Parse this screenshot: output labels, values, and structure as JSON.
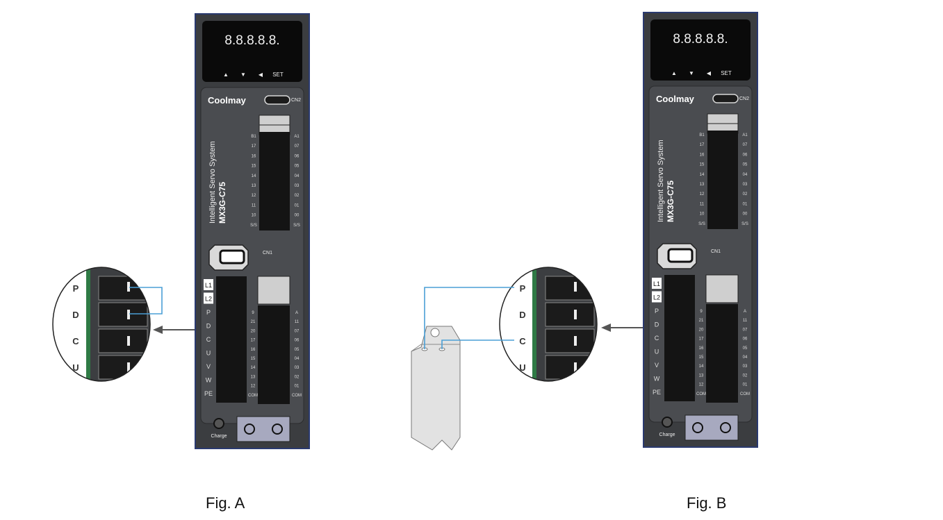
{
  "captions": {
    "fig_a": "Fig. A",
    "fig_b": "Fig. B"
  },
  "drive": {
    "display": "8.8.8.8.8.",
    "keys": [
      "▲",
      "▼",
      "◀",
      "SET"
    ],
    "brand": "Coolmay",
    "subtitle": "Intelligent Servo System",
    "model": "MX3G-C75",
    "cn1": "CN1",
    "cn2": "CN2",
    "charge": "Charge",
    "power_terminals": [
      "L1",
      "L2",
      "P",
      "D",
      "C",
      "U",
      "V",
      "W",
      "PE"
    ],
    "cn2_left_pins": [
      "B1",
      "17",
      "16",
      "15",
      "14",
      "13",
      "12",
      "11",
      "10",
      "S/S"
    ],
    "cn2_right_pins": [
      "A1",
      "07",
      "06",
      "05",
      "04",
      "03",
      "02",
      "01",
      "00",
      "S/S"
    ],
    "io_left_pins": [
      "9",
      "21",
      "20",
      "17",
      "16",
      "15",
      "14",
      "13",
      "12",
      "COM"
    ],
    "io_right_pins": [
      "A",
      "11",
      "07",
      "06",
      "05",
      "04",
      "03",
      "02",
      "01",
      "COM"
    ]
  },
  "zoom_terminals": [
    "P",
    "D",
    "C",
    "U"
  ],
  "colors": {
    "housing": "#3b3d40",
    "panel": "#4a4c50",
    "wire": "#4a9fd6",
    "resistor": "#e2e2e2"
  }
}
